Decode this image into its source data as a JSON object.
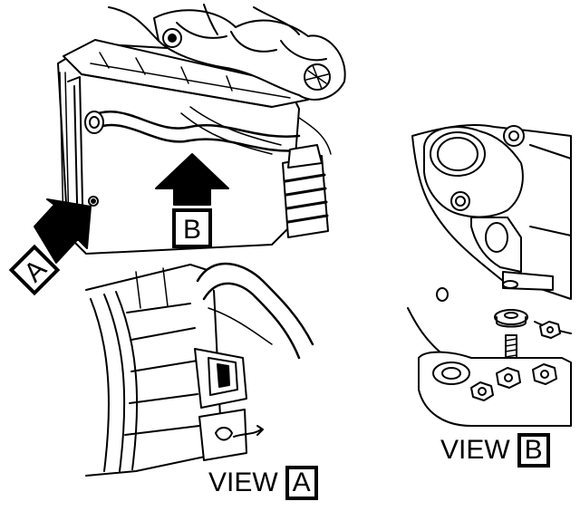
{
  "callouts": {
    "a": "A",
    "b": "B"
  },
  "views": {
    "a": {
      "word": "VIEW",
      "letter": "A"
    },
    "b": {
      "word": "VIEW",
      "letter": "B"
    }
  }
}
